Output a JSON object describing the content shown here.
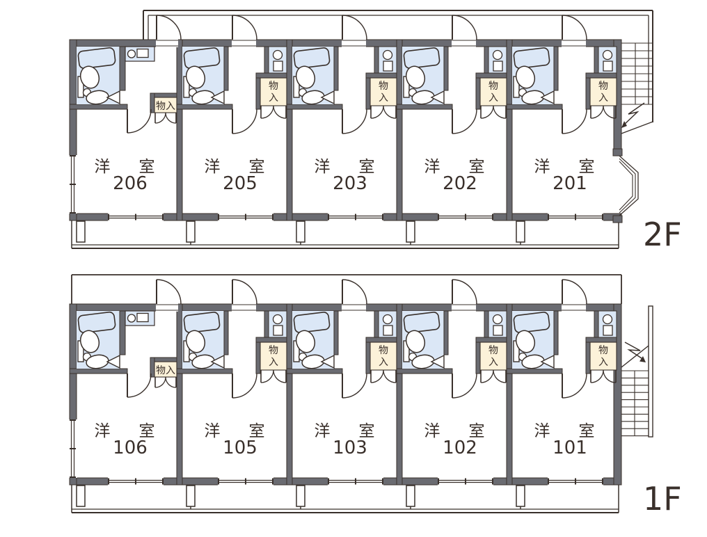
{
  "labels": {
    "room_kanji": "洋室",
    "closet": "物入"
  },
  "floors": [
    {
      "label": "2F",
      "rooms": [
        "206",
        "205",
        "203",
        "202",
        "201"
      ]
    },
    {
      "label": "1F",
      "rooms": [
        "106",
        "105",
        "103",
        "102",
        "101"
      ]
    }
  ],
  "colors": {
    "wall": "#6a6b71",
    "line": "#39302b",
    "text": "#3a302b",
    "bath": "#dbe7f6",
    "closet": "#fcf2d9",
    "fixture": "#ffffff",
    "background": "#ffffff"
  }
}
